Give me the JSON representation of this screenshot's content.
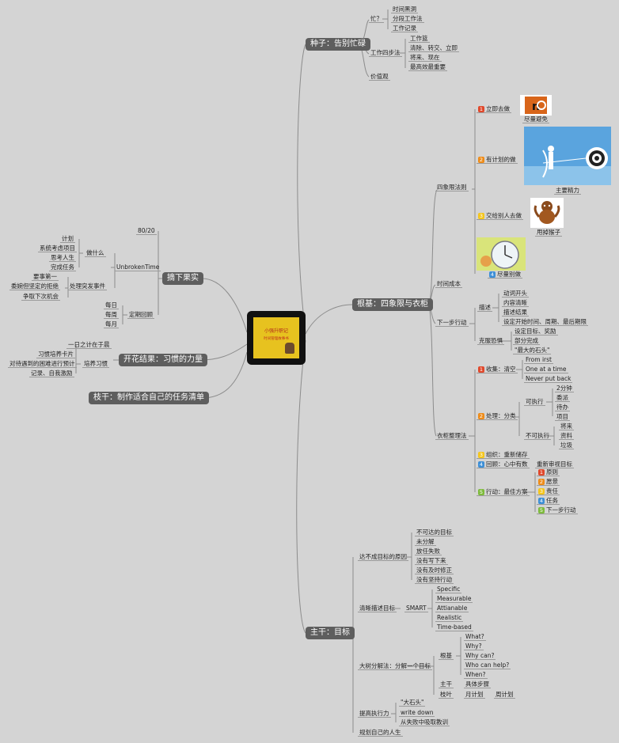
{
  "center": {
    "title": "小强升职记",
    "subtitle": "时间管理故事书"
  },
  "branches": {
    "seed": "种子：告别忙碌",
    "root": "根基：四象限与衣柜",
    "trunk": "主干：目标",
    "fruit": "摘下果实",
    "bloom": "开花结果：习惯的力量",
    "branch": "枝干：制作适合自己的任务清单"
  },
  "seed": {
    "busy": "忙？",
    "busy_items": [
      "时间黑洞",
      "分段工作法",
      "工作记录"
    ],
    "flow": "工作四步法",
    "flow_items": [
      "工作篮",
      "清除、转交、立即",
      "将来、现在",
      "最高效最重要"
    ],
    "value": "价值观"
  },
  "root": {
    "quadrant": "四象限法则",
    "q1": "立即去做",
    "q1_note": "尽量避免",
    "q2": "有计划的做",
    "q2_note": "主要精力",
    "q3": "交给别人去做",
    "q3_note": "甩掉猴子",
    "q4": "尽量别做",
    "time_cost": "时间成本",
    "next": "下一步行动",
    "describe": "描述",
    "describe_items": [
      "动词开头",
      "内容清晰",
      "描述结果",
      "设定开始时间、周期、最后期限"
    ],
    "overcome": "克服恐惧",
    "overcome_items": [
      "设定目标、奖励",
      "部分完成",
      "\"最大的石头\""
    ],
    "closet": "衣柜整理法",
    "collect": "收集：清空",
    "collect_items": [
      "From irst",
      "One at a time",
      "Never put back"
    ],
    "process": "处理：分类",
    "doable": "可执行",
    "doable_items": [
      "2分钟",
      "委派",
      "待办",
      "项目"
    ],
    "not_doable": "不可执行",
    "not_doable_items": [
      "将来",
      "资料",
      "垃圾"
    ],
    "organize": "组织：重新储存",
    "review": "回顾：心中有数",
    "review_item": "重新审视目标",
    "act": "行动：最佳方案",
    "act_items": [
      "原则",
      "愿景",
      "责任",
      "任务",
      "下一步行动"
    ]
  },
  "trunk": {
    "fail": "达不成目标的原因",
    "fail_items": [
      "不可达的目标",
      "未分解",
      "放任失败",
      "没有写下来",
      "没有及时修正",
      "没有坚持行动"
    ],
    "clear": "清晰描述目标",
    "smart": "SMART",
    "smart_items": [
      "Specific",
      "Measurable",
      "Attianable",
      "Realistic",
      "Time-based"
    ],
    "split": "大树分解法：分解一个目标",
    "base": "根基",
    "base_items": [
      "What?",
      "Why?",
      "Why can?",
      "Who can help?",
      "When?"
    ],
    "main": "主干",
    "main_item": "具体步骤",
    "leaf": "枝叶",
    "leaf_item": "月计划",
    "leaf_item2": "周计划",
    "exec": "提高执行力",
    "exec_items": [
      "\"大石头\"",
      "write down",
      "从失败中吸取教训"
    ],
    "plan": "规划自己的人生"
  },
  "fruit": {
    "ratio": "80/20",
    "unbroken": "UnbrokenTime",
    "what": "做什么",
    "what_items": [
      "计划",
      "系统考虑项目",
      "思考人生",
      "完成任务"
    ],
    "handle": "处理突发事件",
    "handle_items": [
      "要事第一",
      "委婉但坚定的拒绝",
      "争取下次机会"
    ],
    "review": "定期回顾",
    "review_items": [
      "每日",
      "每周",
      "每月"
    ]
  },
  "bloom": {
    "habit": "培养习惯",
    "habit_items": [
      "一日之计在于晨",
      "习惯培养卡片",
      "对待遇到的困难进行预计",
      "记录、自我激励"
    ]
  },
  "colors": {
    "q1": "#e0482b",
    "q2": "#ee8b18",
    "q3": "#f4c51b",
    "q4": "#3d8fd6",
    "q5": "#7dba3b",
    "line": "#8c8c8c",
    "main_bg": "#5e5e5e"
  }
}
